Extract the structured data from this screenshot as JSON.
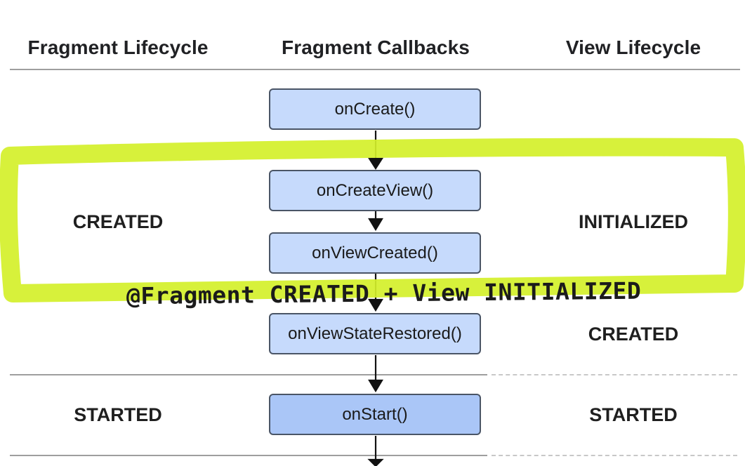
{
  "headers": {
    "fragment_lifecycle": "Fragment Lifecycle",
    "fragment_callbacks": "Fragment Callbacks",
    "view_lifecycle": "View Lifecycle"
  },
  "callbacks": [
    "onCreate()",
    "onCreateView()",
    "onViewCreated()",
    "onViewStateRestored()",
    "onStart()"
  ],
  "fragment_states": {
    "created": "CREATED",
    "started": "STARTED"
  },
  "view_states": {
    "initialized": "INITIALIZED",
    "created": "CREATED",
    "started": "STARTED"
  },
  "annotation": {
    "text": "@Fragment CREATED + View INITIALIZED",
    "highlight_color": "#d4f02a"
  },
  "colors": {
    "callback_fill": "#c6dafc",
    "callback_fill_started": "#aac6f7",
    "callback_border": "#4a5566"
  }
}
